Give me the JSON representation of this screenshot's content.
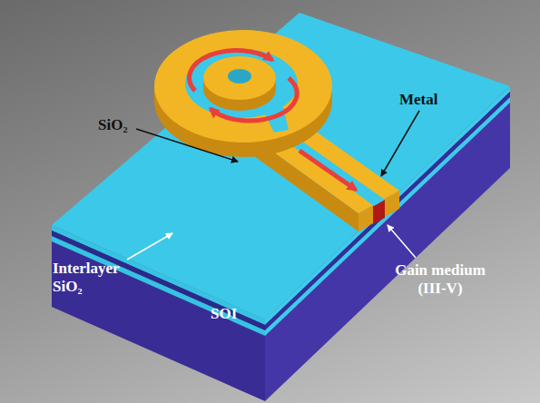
{
  "diagram": {
    "labels": [
      "SiO₂",
      "Metal",
      "Interlayer SiO₂",
      "SOI",
      "Gain medium (III-V)"
    ]
  }
}
